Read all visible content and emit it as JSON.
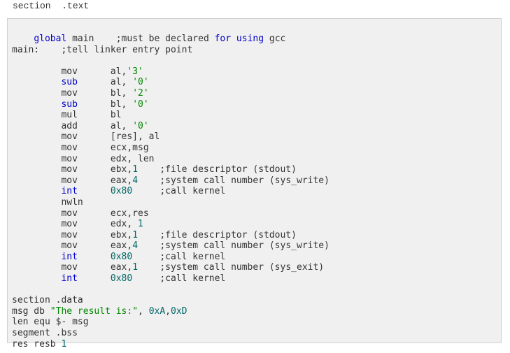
{
  "header": {
    "text": "section  .text"
  },
  "code": {
    "lines": [
      [
        {
          "t": "    "
        },
        {
          "t": "global",
          "c": "kw"
        },
        {
          "t": " main    ;must be declared "
        },
        {
          "t": "for",
          "c": "kw"
        },
        {
          "t": " "
        },
        {
          "t": "using",
          "c": "kw"
        },
        {
          "t": " gcc"
        }
      ],
      [
        {
          "t": "main:    ;tell linker entry point"
        }
      ],
      [],
      [
        {
          "t": "         mov      al,"
        },
        {
          "t": "'3'",
          "c": "str"
        }
      ],
      [
        {
          "t": "         "
        },
        {
          "t": "sub",
          "c": "kw"
        },
        {
          "t": "      al, "
        },
        {
          "t": "'0'",
          "c": "str"
        }
      ],
      [
        {
          "t": "         mov      bl, "
        },
        {
          "t": "'2'",
          "c": "str"
        }
      ],
      [
        {
          "t": "         "
        },
        {
          "t": "sub",
          "c": "kw"
        },
        {
          "t": "      bl, "
        },
        {
          "t": "'0'",
          "c": "str"
        }
      ],
      [
        {
          "t": "         mul      bl"
        }
      ],
      [
        {
          "t": "         add      al, "
        },
        {
          "t": "'0'",
          "c": "str"
        }
      ],
      [
        {
          "t": "         mov      [res], al"
        }
      ],
      [
        {
          "t": "         mov      ecx,msg"
        }
      ],
      [
        {
          "t": "         mov      edx, len"
        }
      ],
      [
        {
          "t": "         mov      ebx,"
        },
        {
          "t": "1",
          "c": "num"
        },
        {
          "t": "    ;file descriptor (stdout)"
        }
      ],
      [
        {
          "t": "         mov      eax,"
        },
        {
          "t": "4",
          "c": "num"
        },
        {
          "t": "    ;system call number (sys_write)"
        }
      ],
      [
        {
          "t": "         "
        },
        {
          "t": "int",
          "c": "kw"
        },
        {
          "t": "      "
        },
        {
          "t": "0x80",
          "c": "num"
        },
        {
          "t": "     ;call kernel"
        }
      ],
      [
        {
          "t": "         nwln"
        }
      ],
      [
        {
          "t": "         mov      ecx,res"
        }
      ],
      [
        {
          "t": "         mov      edx, "
        },
        {
          "t": "1",
          "c": "num"
        }
      ],
      [
        {
          "t": "         mov      ebx,"
        },
        {
          "t": "1",
          "c": "num"
        },
        {
          "t": "    ;file descriptor (stdout)"
        }
      ],
      [
        {
          "t": "         mov      eax,"
        },
        {
          "t": "4",
          "c": "num"
        },
        {
          "t": "    ;system call number (sys_write)"
        }
      ],
      [
        {
          "t": "         "
        },
        {
          "t": "int",
          "c": "kw"
        },
        {
          "t": "      "
        },
        {
          "t": "0x80",
          "c": "num"
        },
        {
          "t": "     ;call kernel"
        }
      ],
      [
        {
          "t": "         mov      eax,"
        },
        {
          "t": "1",
          "c": "num"
        },
        {
          "t": "    ;system call number (sys_exit)"
        }
      ],
      [
        {
          "t": "         "
        },
        {
          "t": "int",
          "c": "kw"
        },
        {
          "t": "      "
        },
        {
          "t": "0x80",
          "c": "num"
        },
        {
          "t": "     ;call kernel"
        }
      ],
      [],
      [
        {
          "t": "section .data"
        }
      ],
      [
        {
          "t": "msg db "
        },
        {
          "t": "\"The result is:\"",
          "c": "str"
        },
        {
          "t": ", "
        },
        {
          "t": "0xA",
          "c": "num"
        },
        {
          "t": ","
        },
        {
          "t": "0xD",
          "c": "num"
        }
      ],
      [
        {
          "t": "len equ $- msg"
        }
      ],
      [
        {
          "t": "segment .bss"
        }
      ],
      [
        {
          "t": "res resb "
        },
        {
          "t": "1",
          "c": "num"
        }
      ]
    ]
  },
  "colors": {
    "keyword": "#0000cc",
    "string": "#008800",
    "number": "#006666",
    "text": "#333333",
    "box_background": "#f0f0f0",
    "box_border": "#d0d0d0"
  }
}
